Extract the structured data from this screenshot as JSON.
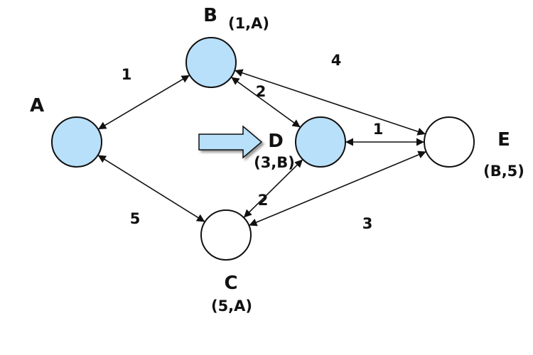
{
  "colors": {
    "visited_fill": "#b9e0fa",
    "unvisited_fill": "#ffffff",
    "stroke": "#111111",
    "indicator_fill": "#b9e0fa"
  },
  "nodes": [
    {
      "id": "A",
      "label": "A",
      "tag": "",
      "visited": true
    },
    {
      "id": "B",
      "label": "B",
      "tag": "(1,A)",
      "visited": true
    },
    {
      "id": "C",
      "label": "C",
      "tag": "(5,A)",
      "visited": false
    },
    {
      "id": "D",
      "label": "D",
      "tag": "(3,B)",
      "visited": true
    },
    {
      "id": "E",
      "label": "E",
      "tag": "(B,5)",
      "visited": false
    }
  ],
  "edges": [
    {
      "from": "A",
      "to": "B",
      "weight": "1"
    },
    {
      "from": "A",
      "to": "C",
      "weight": "5"
    },
    {
      "from": "B",
      "to": "D",
      "weight": "2"
    },
    {
      "from": "B",
      "to": "E",
      "weight": "4"
    },
    {
      "from": "D",
      "to": "E",
      "weight": "1"
    },
    {
      "from": "C",
      "to": "D",
      "weight": "2"
    },
    {
      "from": "C",
      "to": "E",
      "weight": "3"
    }
  ],
  "current_node_indicator": "arrow-right-icon"
}
